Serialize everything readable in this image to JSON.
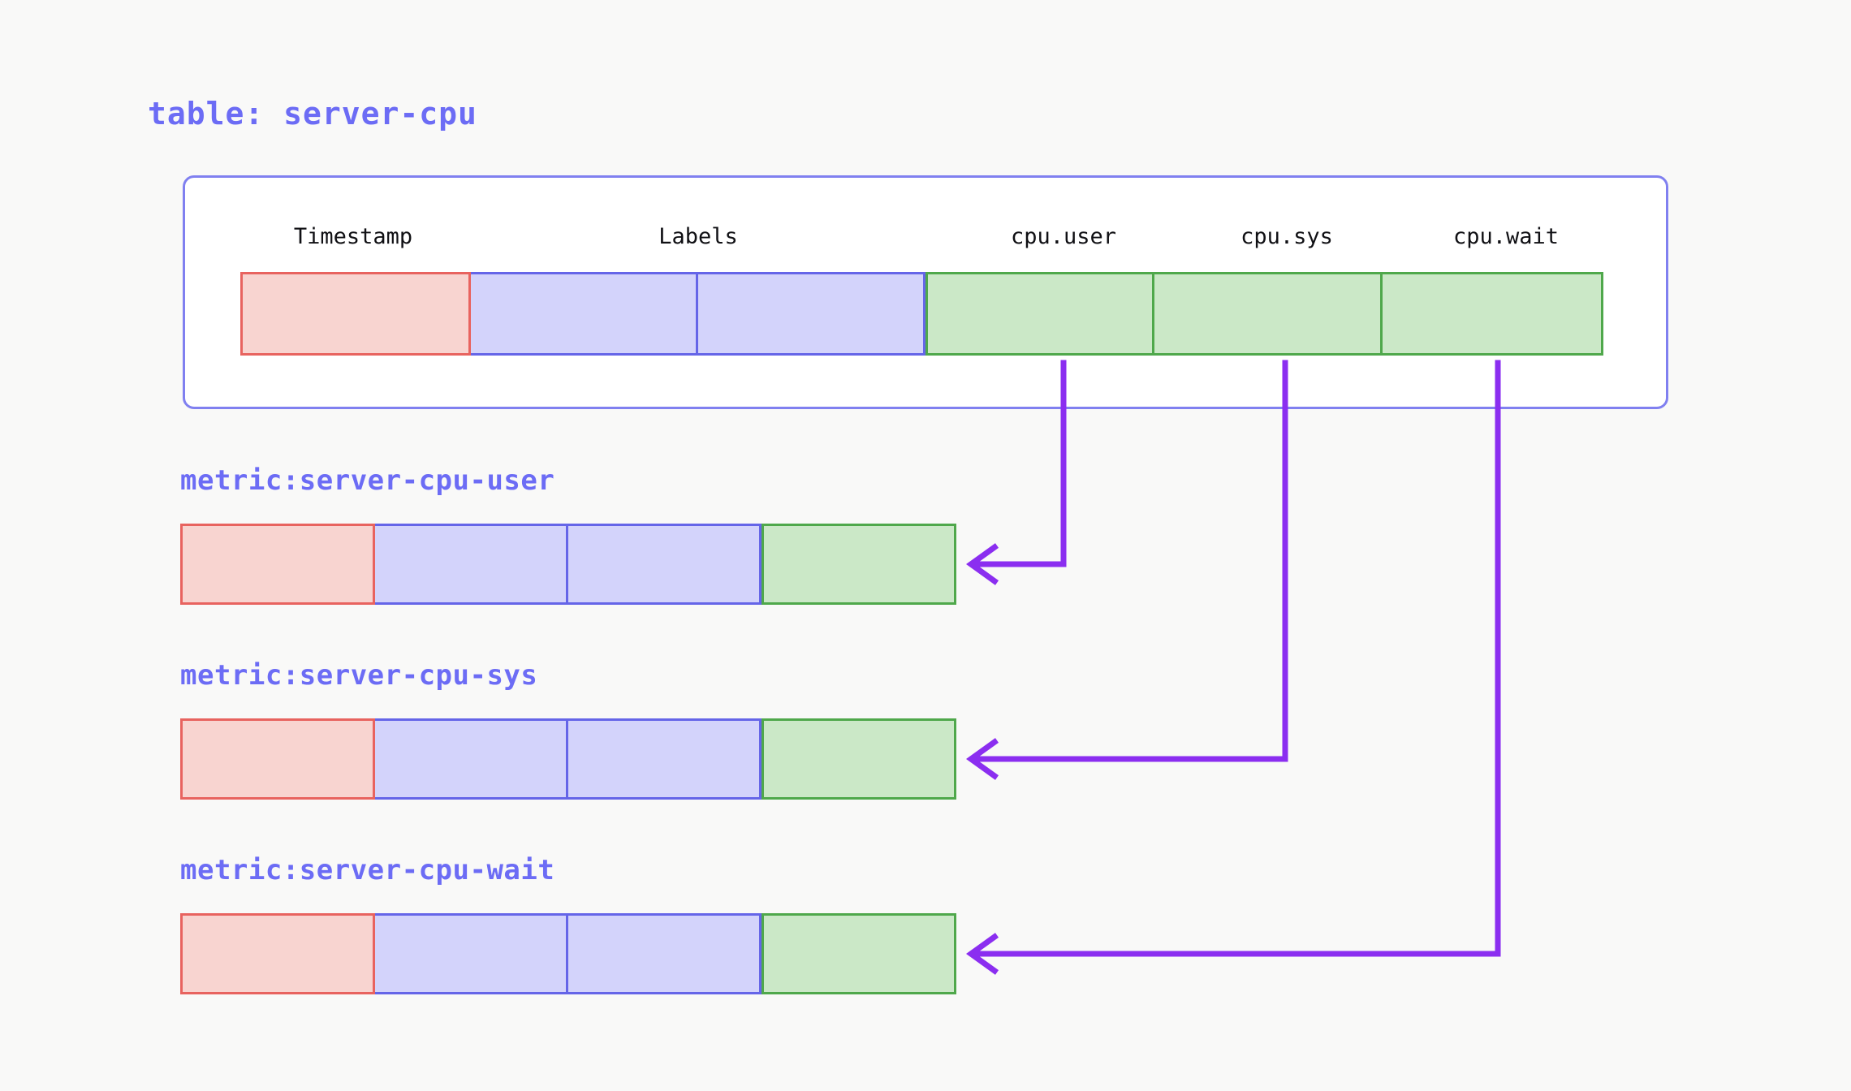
{
  "page": {
    "background_color": "#f9f9f8",
    "accent_color": "#6c6cf5",
    "arrow_color": "#8b2ef0"
  },
  "table": {
    "title": "table: server-cpu",
    "columns": [
      {
        "label": "Timestamp",
        "kind": "timestamp",
        "color": "red"
      },
      {
        "label": "Labels",
        "kind": "label",
        "color": "blue"
      },
      {
        "label": "",
        "kind": "label",
        "color": "blue"
      },
      {
        "label": "cpu.user",
        "kind": "value",
        "color": "green"
      },
      {
        "label": "cpu.sys",
        "kind": "value",
        "color": "green"
      },
      {
        "label": "cpu.wait",
        "kind": "value",
        "color": "green"
      }
    ],
    "header_labels": [
      "Timestamp",
      "Labels",
      "cpu.user",
      "cpu.sys",
      "cpu.wait"
    ],
    "colors": {
      "red_fill": "#f8d4d0",
      "red_border": "#e8635f",
      "blue_fill": "#d3d3fb",
      "blue_border": "#6565e8",
      "green_fill": "#cbe8c7",
      "green_border": "#4fa84b",
      "card_border": "#8080f0",
      "card_fill": "#ffffff"
    }
  },
  "metrics": [
    {
      "title": "metric:server-cpu-user",
      "source_column": "cpu.user",
      "cells": [
        "red",
        "blue",
        "blue",
        "green"
      ]
    },
    {
      "title": "metric:server-cpu-sys",
      "source_column": "cpu.sys",
      "cells": [
        "red",
        "blue",
        "blue",
        "green"
      ]
    },
    {
      "title": "metric:server-cpu-wait",
      "source_column": "cpu.wait",
      "cells": [
        "red",
        "blue",
        "blue",
        "green"
      ]
    }
  ],
  "connectors": [
    {
      "from": "cpu.user",
      "to": "metric:server-cpu-user",
      "shape": "elbow-down-left"
    },
    {
      "from": "cpu.sys",
      "to": "metric:server-cpu-sys",
      "shape": "elbow-down-left"
    },
    {
      "from": "cpu.wait",
      "to": "metric:server-cpu-wait",
      "shape": "elbow-down-left"
    }
  ]
}
